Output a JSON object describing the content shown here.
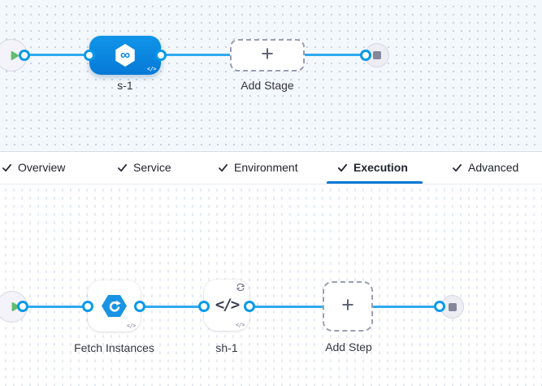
{
  "glyphs": {
    "plus": "+",
    "infinity": "∞",
    "code": "</>"
  },
  "colors": {
    "accent": "#0278d5",
    "connector_line": "#2faaf1",
    "stage_blue": "#0b8ce2",
    "play_green": "#62bd6e",
    "stop_gray": "#84869a"
  },
  "stage_graph": {
    "stage_label": "s-1",
    "add_stage_label": "Add Stage"
  },
  "tabs": [
    {
      "label": "Overview",
      "checked": true,
      "active": false
    },
    {
      "label": "Service",
      "checked": true,
      "active": false
    },
    {
      "label": "Environment",
      "checked": true,
      "active": false
    },
    {
      "label": "Execution",
      "checked": true,
      "active": true
    },
    {
      "label": "Advanced",
      "checked": true,
      "active": false
    }
  ],
  "execution_graph": {
    "steps": [
      {
        "label": "Fetch Instances",
        "icon": "fetch-instances-icon"
      },
      {
        "label": "sh-1",
        "icon": "shell-script-icon",
        "loop_badge": true
      },
      {
        "label": "Add Step",
        "type": "add-button"
      }
    ]
  }
}
